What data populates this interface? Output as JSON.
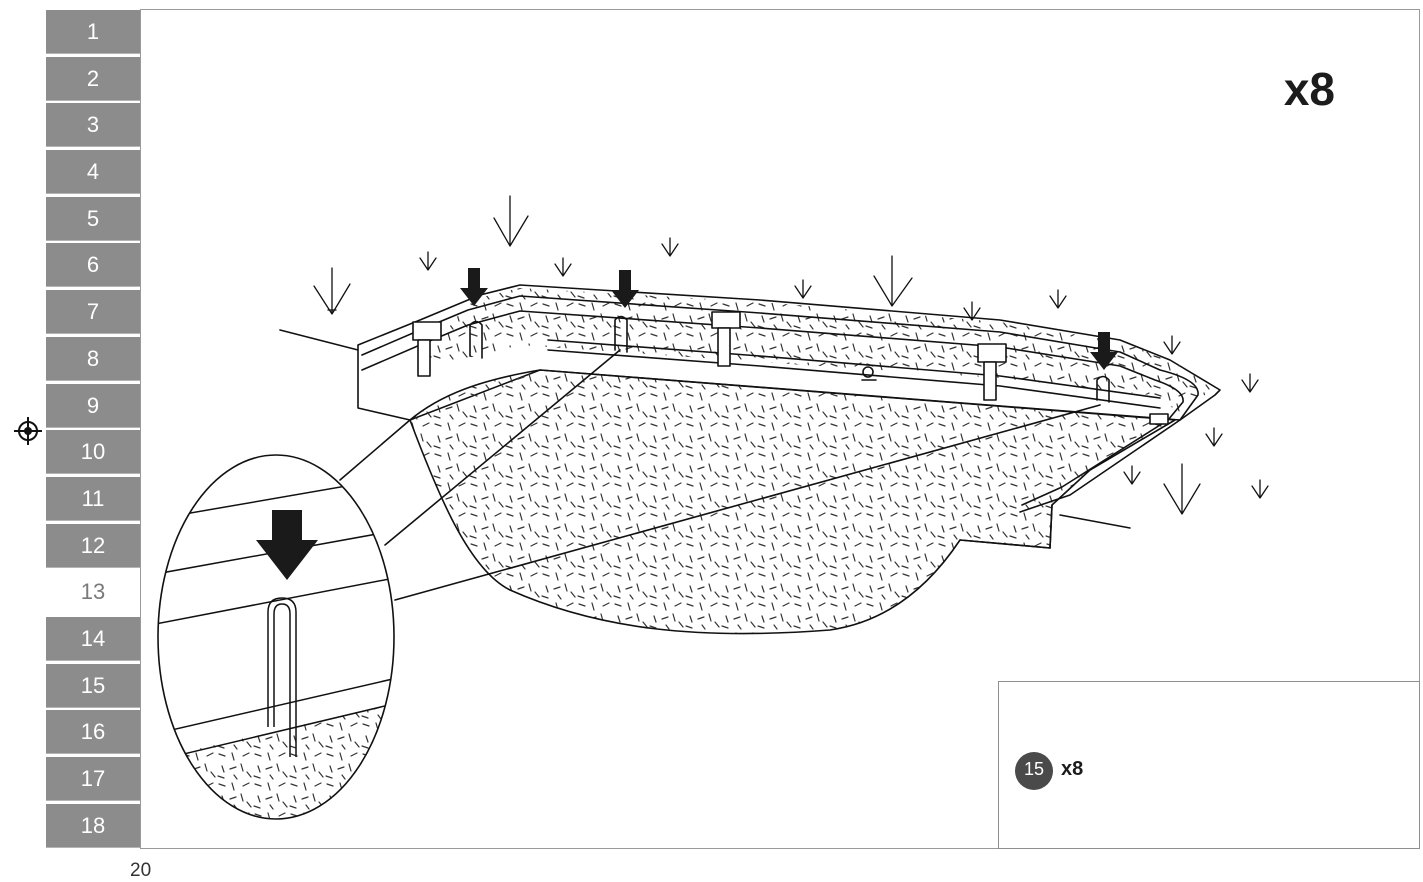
{
  "steps": [
    "1",
    "2",
    "3",
    "4",
    "5",
    "6",
    "7",
    "8",
    "9",
    "10",
    "11",
    "12",
    "13",
    "14",
    "15",
    "16",
    "17",
    "18"
  ],
  "active_step": "13",
  "header": {
    "quantity": "x8"
  },
  "parts": {
    "part_number": "15",
    "quantity": "x8",
    "icon": "stake-icon"
  },
  "page_number": "20",
  "icons": {
    "registration": "registration-mark-icon",
    "arrow": "down-arrow-icon"
  }
}
